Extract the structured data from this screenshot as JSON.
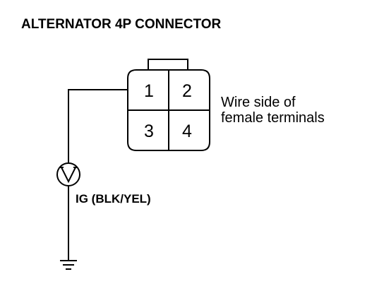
{
  "diagram": {
    "title": "ALTERNATOR 4P CONNECTOR",
    "description_lines": [
      "Wire side of",
      "female terminals"
    ],
    "terminals": [
      "1",
      "2",
      "3",
      "4"
    ],
    "wire_label": "IG (BLK/YEL)",
    "meter_symbol": "voltmeter-icon",
    "ground_symbol": "ground-icon",
    "colors": {
      "line": "#000000",
      "background": "#ffffff"
    }
  }
}
